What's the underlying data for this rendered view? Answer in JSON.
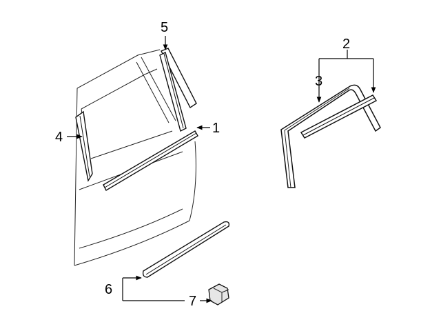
{
  "diagram": {
    "callouts": {
      "c1": "1",
      "c2": "2",
      "c3": "3",
      "c4": "4",
      "c5": "5",
      "c6": "6",
      "c7": "7"
    },
    "colors": {
      "line": "#000000",
      "outline": "#222222",
      "background": "#ffffff",
      "clip_fill": "#e6e6e6"
    }
  }
}
